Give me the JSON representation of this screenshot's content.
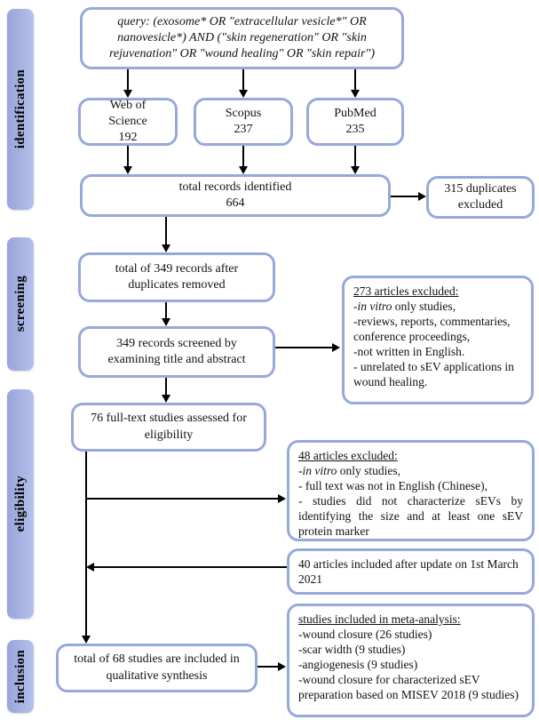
{
  "colors": {
    "box_border": "#96a9db",
    "sidebar_gradient_start": "#97a5d9",
    "sidebar_gradient_end": "#b5c1ea",
    "arrow": "#000000"
  },
  "stages": {
    "identification": "identification",
    "screening": "screening",
    "eligibility": "eligibility",
    "inclusion": "inclusion"
  },
  "query": {
    "text": "query: (exosome* OR \"extracellular vesicle*\" OR nanovesicle*) AND (\"skin regeneration\" OR \"skin rejuvenation\" OR \"wound healing\" OR \"skin repair\")"
  },
  "databases": [
    {
      "name": "Web of Science",
      "count": "192"
    },
    {
      "name": "Scopus",
      "count": "237"
    },
    {
      "name": "PubMed",
      "count": "235"
    }
  ],
  "total_identified": {
    "label": "total records identified",
    "count": "664"
  },
  "duplicates_excluded": {
    "text": "315 duplicates excluded"
  },
  "after_duplicates": {
    "text": "total of 349 records after duplicates removed"
  },
  "screened": {
    "text": "349 records screened by examining title and abstract"
  },
  "excluded_273": {
    "title": "273 articles excluded:",
    "item1_prefix": "-",
    "item1_italic": "in vitro",
    "item1_rest": " only studies,",
    "item2": "-reviews, reports, commentaries, conference proceedings,",
    "item3": "-not written in English.",
    "item4": "- unrelated to sEV applications in  wound healing."
  },
  "fulltext": {
    "text": "76 full-text studies assessed for eligibility"
  },
  "excluded_48": {
    "title": "48 articles excluded:",
    "item1_prefix": "-",
    "item1_italic": "in vitro",
    "item1_rest": " only studies,",
    "item2": "- full text was not in English (Chinese),",
    "item3": "- studies did not characterize sEVs by identifying the size and at least one sEV protein marker"
  },
  "update_included": {
    "text": "40 articles included after update on 1st March 2021"
  },
  "meta_analysis": {
    "title": "studies included in meta-analysis:",
    "items": [
      "-wound closure (26 studies)",
      "-scar width (9 studies)",
      "-angiogenesis (9 studies)",
      "-wound closure for characterized sEV preparation based on MISEV 2018 (9 studies)"
    ]
  },
  "qualitative": {
    "text": "total of 68 studies are included in qualitative synthesis"
  }
}
